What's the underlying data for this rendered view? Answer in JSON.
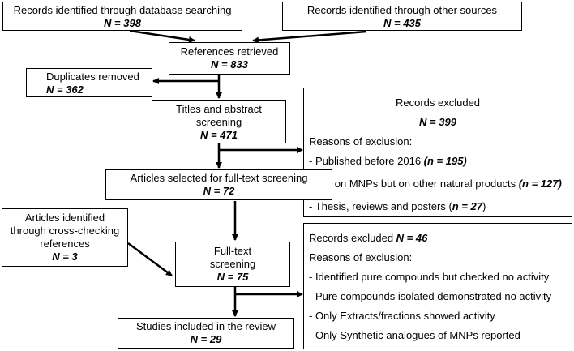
{
  "boxes": {
    "db_search": {
      "label": "Records identified through database searching",
      "n": "N = 398"
    },
    "other_sources": {
      "label": "Records identified through other sources",
      "n": "N = 435"
    },
    "retrieved": {
      "label": "References retrieved",
      "n": "N = 833"
    },
    "duplicates": {
      "label": "Duplicates removed",
      "n": "N = 362"
    },
    "screening": {
      "line1": "Titles and abstract",
      "line2": "screening",
      "n": "N = 471"
    },
    "fulltext_selected": {
      "label": "Articles selected for full-text screening",
      "n": "N = 72"
    },
    "cross_check": {
      "line1": "Articles identified",
      "line2": "through cross-checking",
      "line3": "references",
      "n": "N = 3"
    },
    "fulltext": {
      "line1": "Full-text",
      "line2": "screening",
      "n": "N = 75"
    },
    "included": {
      "label": "Studies included in the review",
      "n": "N = 29"
    }
  },
  "excluded1": {
    "title": "Records excluded",
    "n": "N = 399",
    "reasons_title": "Reasons of exclusion:",
    "items": [
      {
        "text": "-  Published before 2016 ",
        "n": "(n = 195)",
        "tail": ""
      },
      {
        "text": "-  Not on MNPs but on other natural products ",
        "n": "(n = 127)",
        "tail": ""
      },
      {
        "text": "-  Thesis, reviews and posters (",
        "n": "n = 27",
        "tail": ")"
      }
    ]
  },
  "excluded2": {
    "title": "Records excluded ",
    "n": "N = 46",
    "reasons_title": "Reasons of exclusion:",
    "items": [
      "-  Identified pure compounds but checked no activity",
      "-  Pure compounds isolated demonstrated no activity",
      "-  Only Extracts/fractions showed activity",
      "-  Only Synthetic analogues of MNPs reported"
    ]
  }
}
